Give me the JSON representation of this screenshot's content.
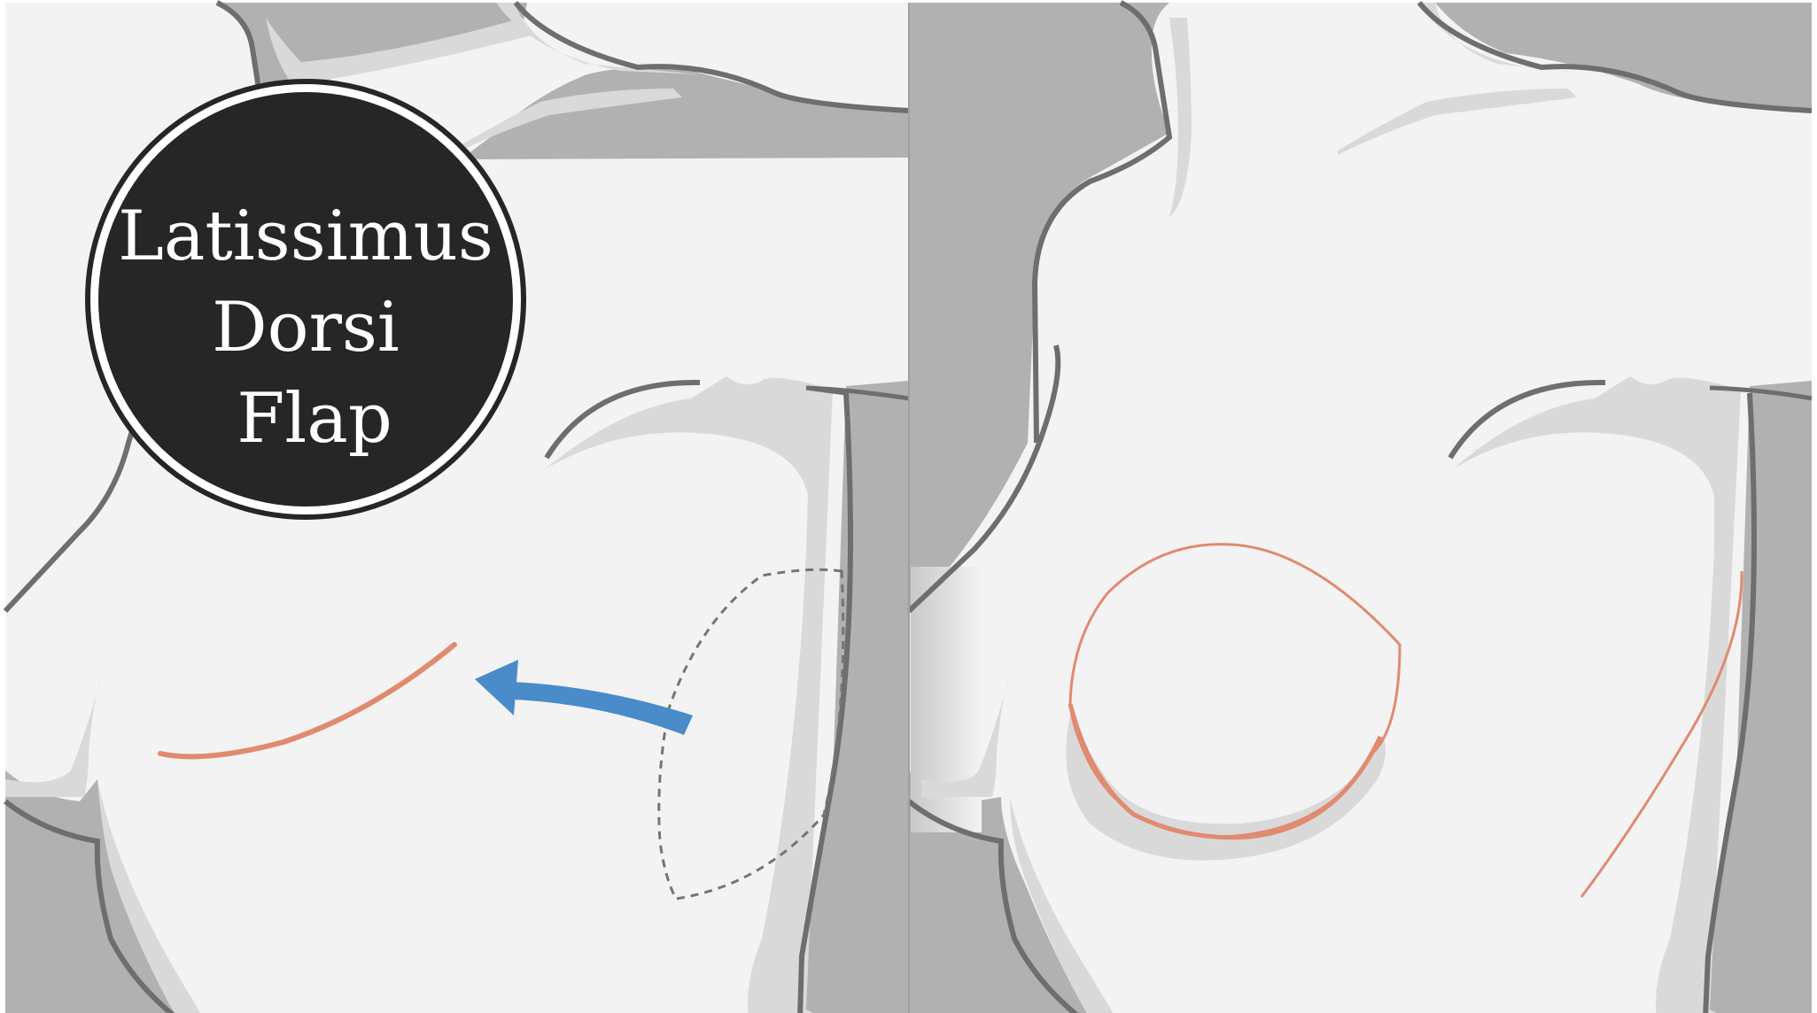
{
  "badge": {
    "title_lines": [
      "Latissimus",
      "Dorsi",
      "Flap"
    ]
  },
  "colors": {
    "skin": "#f3f3f3",
    "shadow": "#d9d9d9",
    "background": "#b1b1b1",
    "outline": "#6e6e6e",
    "incision": "#e08a70",
    "arrow": "#4a8bc9",
    "badge_fill": "#262626",
    "flap_outline": "#757575"
  },
  "panels": [
    {
      "id": "before",
      "description_icons": [
        "breast-incision-line",
        "flap-arrow",
        "flap-outline-dashed"
      ]
    },
    {
      "id": "after",
      "description_icons": [
        "reconstructed-breast-outline",
        "back-scar-line"
      ]
    }
  ]
}
